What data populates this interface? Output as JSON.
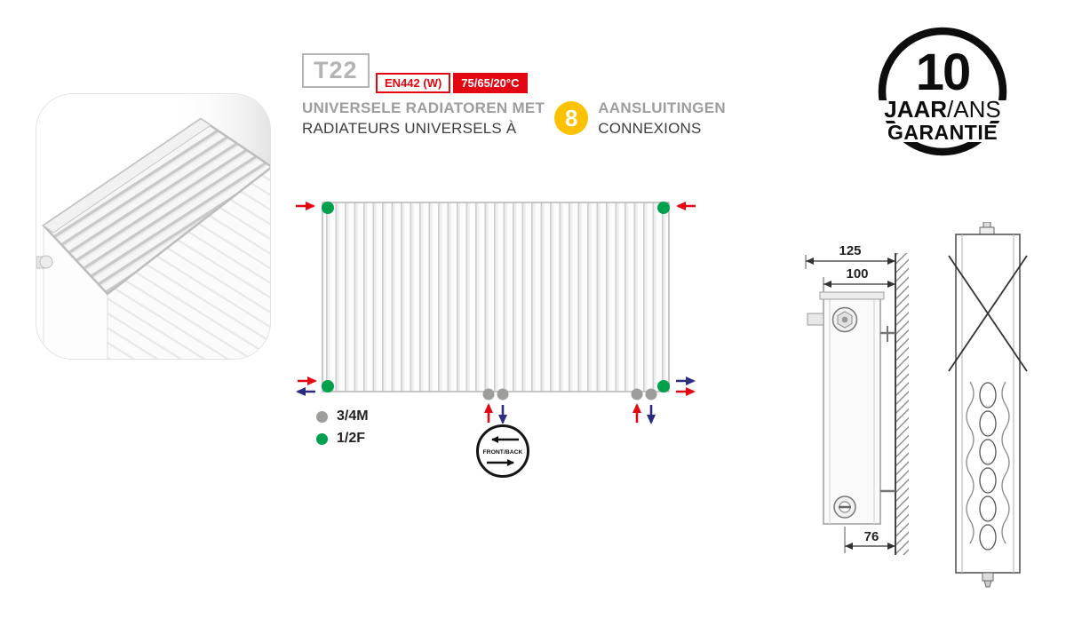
{
  "header": {
    "type_code": "T22",
    "norm_label": "EN442 (W)",
    "temp_label": "75/65/20°C",
    "title_nl": "UNIVERSELE RADIATOREN MET",
    "title_fr": "RADIATEURS UNIVERSELS À",
    "connections_count": "8",
    "connections_nl": "AANSLUITINGEN",
    "connections_fr": "CONNEXIONS"
  },
  "legend": {
    "male_label": "3/4M",
    "female_label": "1/2F",
    "frontback": "FRONT/BACK"
  },
  "warranty": {
    "years": "10",
    "jaar": "JAAR",
    "ans": "/ANS",
    "garantie": "GARANTIE"
  },
  "dimensions": {
    "total_depth": "125",
    "panel_depth": "100",
    "bottom_clearance": "76"
  },
  "colors": {
    "red": "#e30613",
    "yellow": "#fcc200",
    "gray": "#9d9d9c",
    "green": "#00a04d",
    "blue": "#2b2b80",
    "black": "#151515"
  }
}
